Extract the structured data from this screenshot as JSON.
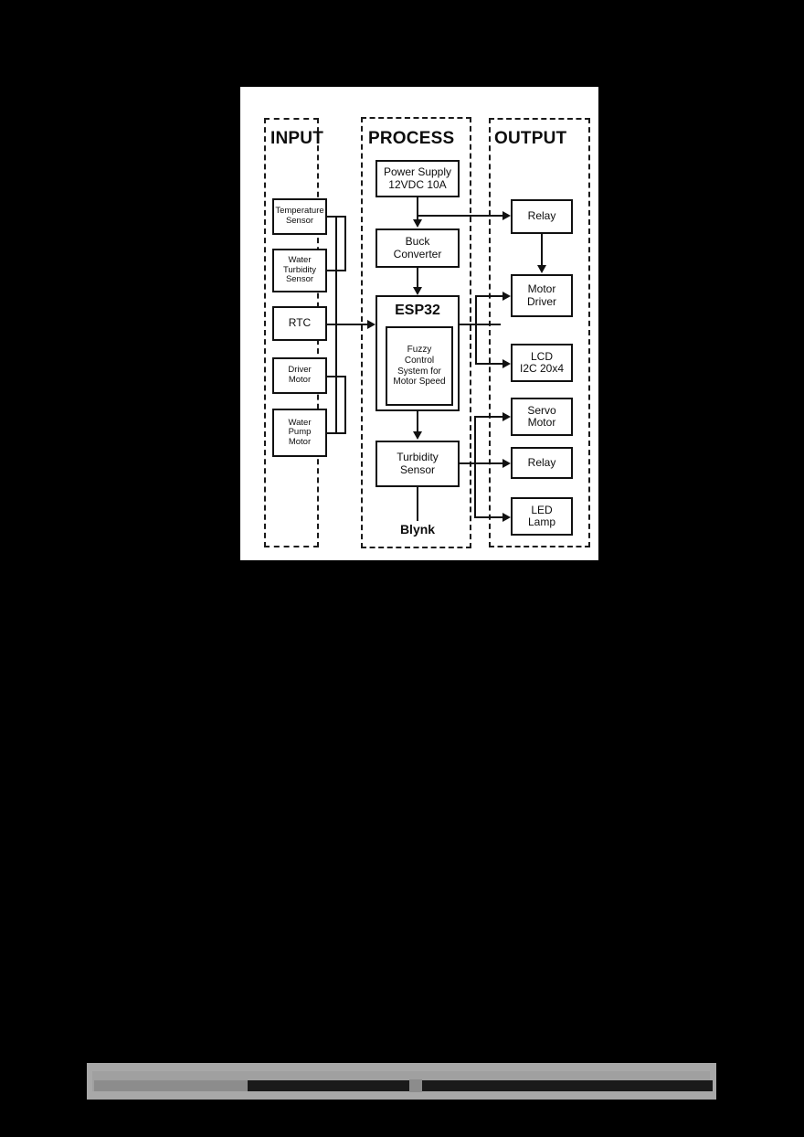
{
  "page": {
    "background_color": "#000000",
    "figure_background_color": "#ffffff",
    "line_color": "#111111"
  },
  "diagram": {
    "type": "block-diagram",
    "groups": [
      {
        "id": "input",
        "title": "INPUT"
      },
      {
        "id": "process",
        "title": "PROCESS"
      },
      {
        "id": "output",
        "title": "OUTPUT"
      }
    ],
    "input_blocks": [
      {
        "id": "temperature-sensor",
        "label": "Temperature\nSensor"
      },
      {
        "id": "water-turbidity-sensor",
        "label": "Water\nTurbidity\nSensor"
      },
      {
        "id": "rtc",
        "label": "RTC"
      },
      {
        "id": "driver-motor",
        "label": "Driver\nMotor"
      },
      {
        "id": "water-pump-motor",
        "label": "Water\nPump\nMotor"
      }
    ],
    "process_blocks": [
      {
        "id": "power-supply",
        "label": "Power Supply\n12VDC 10A"
      },
      {
        "id": "buck-converter",
        "label": "Buck\nConverter"
      },
      {
        "id": "esp32",
        "label": "ESP32"
      },
      {
        "id": "fuzzy-control",
        "label": "Fuzzy\nControl\nSystem for\nMotor Speed"
      },
      {
        "id": "turbidity-sensor",
        "label": "Turbidity\nSensor"
      },
      {
        "id": "blynk",
        "label": "Blynk"
      }
    ],
    "output_blocks": [
      {
        "id": "relay-1",
        "label": "Relay"
      },
      {
        "id": "motor-driver",
        "label": "Motor\nDriver"
      },
      {
        "id": "lcd",
        "label": "LCD\nI2C 20x4"
      },
      {
        "id": "servo-motor",
        "label": "Servo\nMotor"
      },
      {
        "id": "relay-2",
        "label": "Relay"
      },
      {
        "id": "led-lamp",
        "label": "LED\nLamp"
      }
    ],
    "connections": [
      {
        "from": "input-bus",
        "to": "esp32"
      },
      {
        "from": "power-supply",
        "to": "buck-converter"
      },
      {
        "from": "power-supply",
        "to": "relay-1"
      },
      {
        "from": "buck-converter",
        "to": "esp32"
      },
      {
        "from": "relay-1",
        "to": "motor-driver"
      },
      {
        "from": "esp32",
        "to": "motor-driver"
      },
      {
        "from": "esp32",
        "to": "lcd"
      },
      {
        "from": "esp32",
        "to": "turbidity-sensor"
      },
      {
        "from": "turbidity-sensor",
        "to": "servo-motor"
      },
      {
        "from": "turbidity-sensor",
        "to": "relay-2"
      },
      {
        "from": "turbidity-sensor",
        "to": "led-lamp"
      },
      {
        "from": "turbidity-sensor",
        "to": "blynk"
      }
    ]
  }
}
